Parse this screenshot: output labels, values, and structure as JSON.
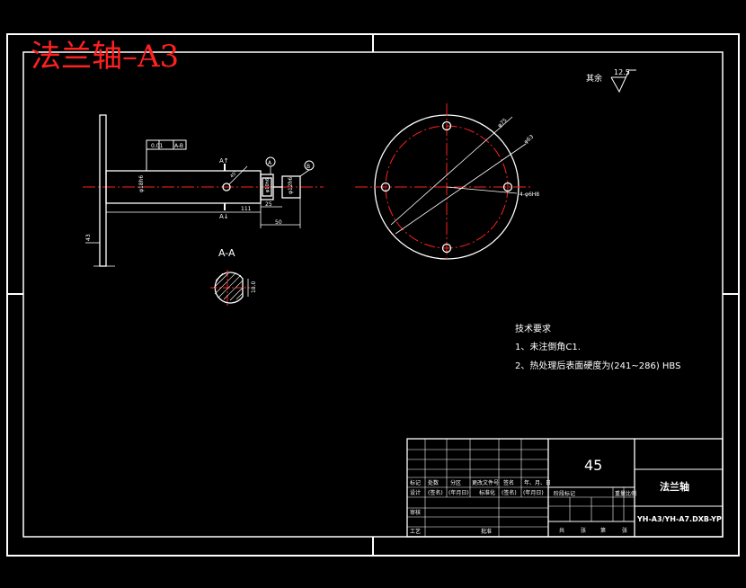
{
  "title": "法兰轴–A3",
  "roughness": {
    "label": "其余",
    "value": "12.5"
  },
  "section": {
    "label": "A-A"
  },
  "tolerance": {
    "value": "0.01",
    "datum": "A-B"
  },
  "section_marks": {
    "top": "A↑",
    "bottom": "A↓"
  },
  "datum_marks": {
    "a": "A",
    "b": "B"
  },
  "dims": {
    "shaft_dia": "φ18h6",
    "right_dia": "φ12h6",
    "step_dia": "φ10h6",
    "len_left": "111",
    "len_mid": "25",
    "len_total": "50",
    "flange_thk": "43",
    "angle": "45°",
    "pcd1": "φ75",
    "pcd2": "φ63",
    "hole": "4-φ6H8",
    "section_w": "18.0"
  },
  "tech_req": {
    "heading": "技术要求",
    "items": [
      "1、未注倒角C1.",
      "2、热处理后表面硬度为(241~286) HBS"
    ]
  },
  "title_block": {
    "material": "45",
    "part_name": "法兰轴",
    "drawing_no": "YH-A3/YH-A7.DXB-YP",
    "row_labels": [
      "标记",
      "处数",
      "分区",
      "更改文件号",
      "签名",
      "年、月、日"
    ],
    "design_labels": [
      "设计",
      "(签名)",
      "(年月日)",
      "标准化",
      "(签名)",
      "(年月日)"
    ],
    "stage_labels": [
      "阶段标记",
      "重量",
      "比例"
    ],
    "bottom_labels": [
      "共",
      "张",
      "第",
      "张"
    ],
    "check_label": "审核",
    "process_label": "工艺",
    "approve_label": "批准"
  }
}
